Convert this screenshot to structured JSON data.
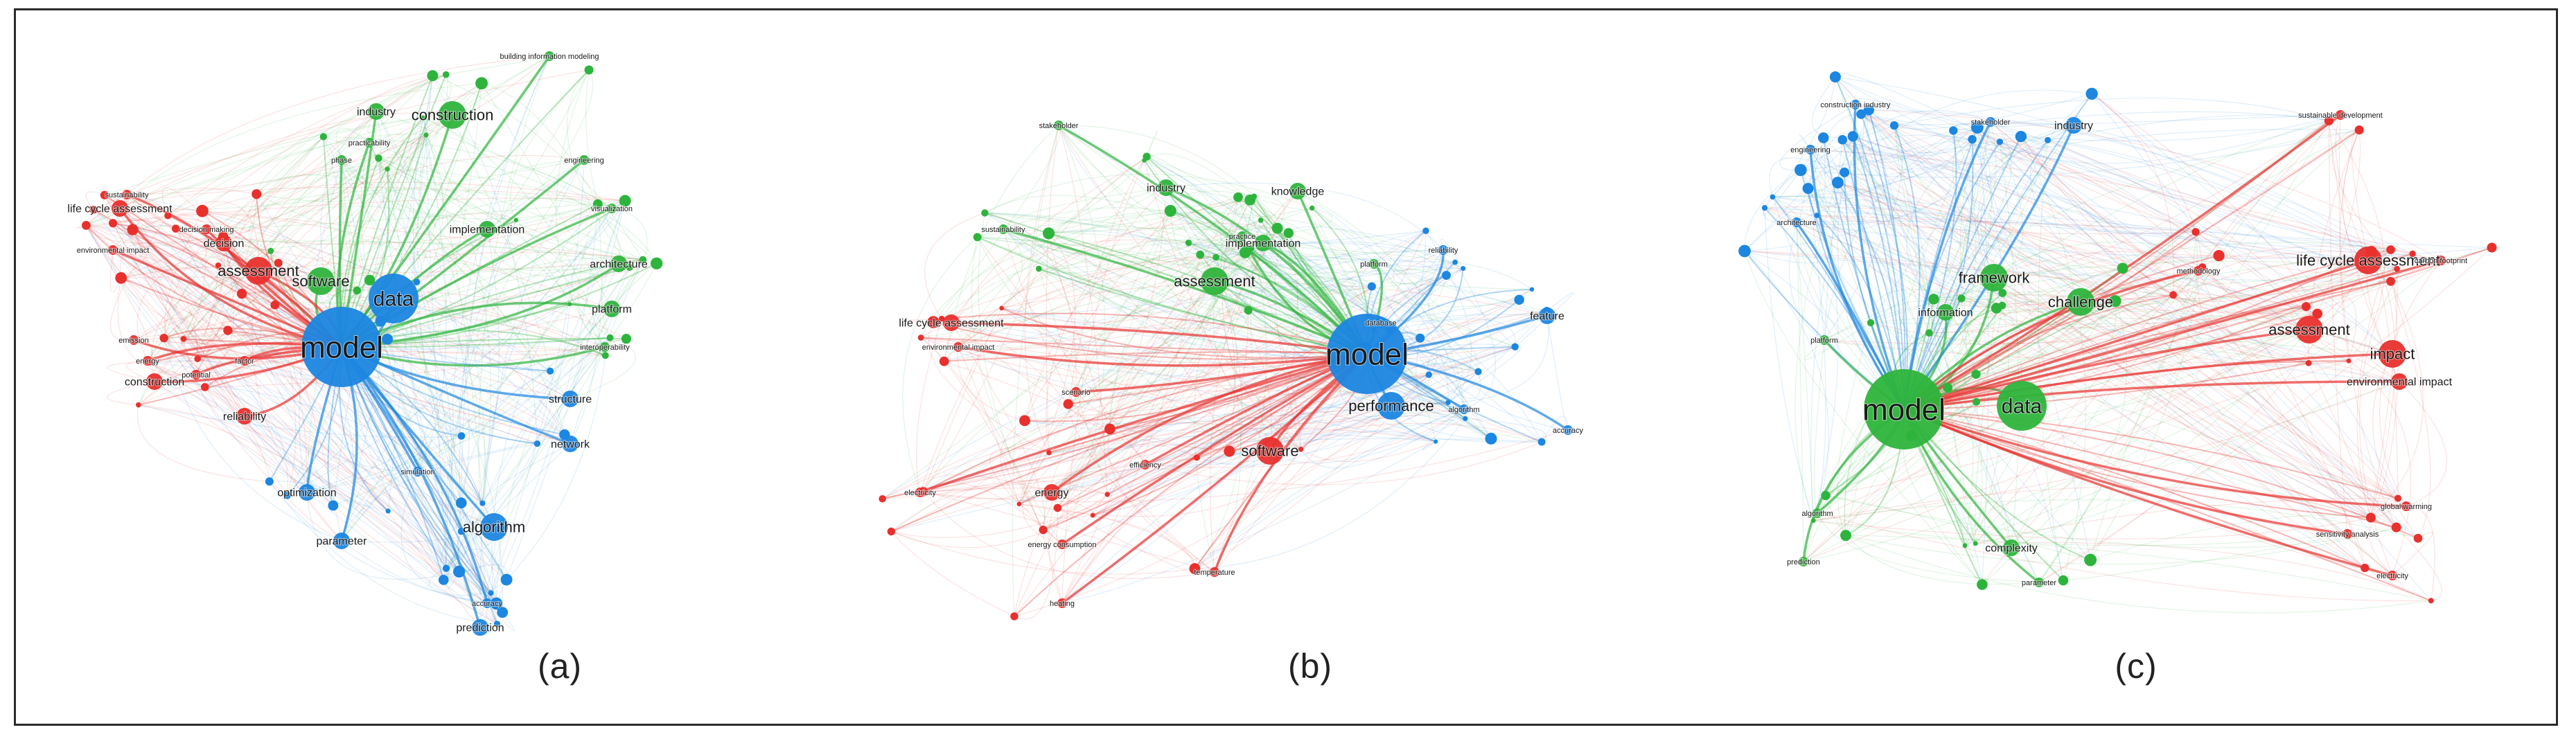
{
  "captions": [
    "(a)",
    "(b)",
    "(c)"
  ],
  "colors": {
    "red": "#e8302d",
    "green": "#2eb43c",
    "blue": "#1c86e0"
  },
  "networks": [
    {
      "id": "a",
      "hub": "model",
      "labels": [
        {
          "text": "model",
          "c": "blue",
          "size": "xl"
        },
        {
          "text": "data",
          "c": "blue",
          "size": "l"
        },
        {
          "text": "software",
          "c": "green",
          "size": "m"
        },
        {
          "text": "assessment",
          "c": "red",
          "size": "m"
        },
        {
          "text": "life cycle assessment",
          "c": "red",
          "size": "s"
        },
        {
          "text": "environmental impact",
          "c": "red",
          "size": "xs"
        },
        {
          "text": "sustainability",
          "c": "red",
          "size": "xs"
        },
        {
          "text": "decision making",
          "c": "red",
          "size": "xs"
        },
        {
          "text": "decision",
          "c": "red",
          "size": "s"
        },
        {
          "text": "construction",
          "c": "red",
          "size": "s"
        },
        {
          "text": "reliability",
          "c": "red",
          "size": "s"
        },
        {
          "text": "energy",
          "c": "red",
          "size": "xs"
        },
        {
          "text": "emission",
          "c": "red",
          "size": "xs"
        },
        {
          "text": "potential",
          "c": "red",
          "size": "xs"
        },
        {
          "text": "factor",
          "c": "red",
          "size": "xs"
        },
        {
          "text": "industry",
          "c": "green",
          "size": "s"
        },
        {
          "text": "construction",
          "c": "green",
          "size": "m"
        },
        {
          "text": "building information modeling",
          "c": "green",
          "size": "xs"
        },
        {
          "text": "practicability",
          "c": "green",
          "size": "xs"
        },
        {
          "text": "phase",
          "c": "green",
          "size": "xs"
        },
        {
          "text": "engineering",
          "c": "green",
          "size": "xs"
        },
        {
          "text": "implementation",
          "c": "green",
          "size": "s"
        },
        {
          "text": "architecture",
          "c": "green",
          "size": "s"
        },
        {
          "text": "platform",
          "c": "green",
          "size": "s"
        },
        {
          "text": "visualization",
          "c": "green",
          "size": "xs"
        },
        {
          "text": "interoperability",
          "c": "green",
          "size": "xs"
        },
        {
          "text": "structure",
          "c": "blue",
          "size": "s"
        },
        {
          "text": "network",
          "c": "blue",
          "size": "s"
        },
        {
          "text": "algorithm",
          "c": "blue",
          "size": "m"
        },
        {
          "text": "parameter",
          "c": "blue",
          "size": "s"
        },
        {
          "text": "accuracy",
          "c": "blue",
          "size": "xs"
        },
        {
          "text": "prediction",
          "c": "blue",
          "size": "s"
        },
        {
          "text": "simulation",
          "c": "blue",
          "size": "xs"
        },
        {
          "text": "optimization",
          "c": "blue",
          "size": "s"
        }
      ]
    },
    {
      "id": "b",
      "hub": "model",
      "labels": [
        {
          "text": "model",
          "c": "blue",
          "size": "xl"
        },
        {
          "text": "performance",
          "c": "blue",
          "size": "m"
        },
        {
          "text": "assessment",
          "c": "green",
          "size": "m"
        },
        {
          "text": "software",
          "c": "red",
          "size": "m"
        },
        {
          "text": "life cycle assessment",
          "c": "red",
          "size": "s"
        },
        {
          "text": "environmental impact",
          "c": "red",
          "size": "xs"
        },
        {
          "text": "energy",
          "c": "red",
          "size": "s"
        },
        {
          "text": "energy consumption",
          "c": "red",
          "size": "xs"
        },
        {
          "text": "efficiency",
          "c": "red",
          "size": "xs"
        },
        {
          "text": "temperature",
          "c": "red",
          "size": "xs"
        },
        {
          "text": "scenario",
          "c": "red",
          "size": "xs"
        },
        {
          "text": "electricity",
          "c": "red",
          "size": "xs"
        },
        {
          "text": "heating",
          "c": "red",
          "size": "xs"
        },
        {
          "text": "stakeholder",
          "c": "green",
          "size": "xs"
        },
        {
          "text": "industry",
          "c": "green",
          "size": "s"
        },
        {
          "text": "knowledge",
          "c": "green",
          "size": "s"
        },
        {
          "text": "implementation",
          "c": "green",
          "size": "s"
        },
        {
          "text": "sustainability",
          "c": "green",
          "size": "xs"
        },
        {
          "text": "platform",
          "c": "green",
          "size": "xs"
        },
        {
          "text": "practice",
          "c": "green",
          "size": "xs"
        },
        {
          "text": "feature",
          "c": "blue",
          "size": "s"
        },
        {
          "text": "reliability",
          "c": "blue",
          "size": "xs"
        },
        {
          "text": "accuracy",
          "c": "blue",
          "size": "xs"
        },
        {
          "text": "database",
          "c": "blue",
          "size": "xs"
        },
        {
          "text": "algorithm",
          "c": "blue",
          "size": "xs"
        }
      ]
    },
    {
      "id": "c",
      "hub": "model",
      "labels": [
        {
          "text": "model",
          "c": "green",
          "size": "xl"
        },
        {
          "text": "data",
          "c": "green",
          "size": "l"
        },
        {
          "text": "challenge",
          "c": "green",
          "size": "m"
        },
        {
          "text": "framework",
          "c": "green",
          "size": "m"
        },
        {
          "text": "information",
          "c": "green",
          "size": "s"
        },
        {
          "text": "complexity",
          "c": "green",
          "size": "s"
        },
        {
          "text": "parameter",
          "c": "green",
          "size": "xs"
        },
        {
          "text": "platform",
          "c": "green",
          "size": "xs"
        },
        {
          "text": "prediction",
          "c": "green",
          "size": "xs"
        },
        {
          "text": "algorithm",
          "c": "green",
          "size": "xs"
        },
        {
          "text": "construction industry",
          "c": "blue",
          "size": "xs"
        },
        {
          "text": "stakeholder",
          "c": "blue",
          "size": "xs"
        },
        {
          "text": "industry",
          "c": "blue",
          "size": "s"
        },
        {
          "text": "engineering",
          "c": "blue",
          "size": "xs"
        },
        {
          "text": "architecture",
          "c": "blue",
          "size": "xs"
        },
        {
          "text": "life cycle assessment",
          "c": "red",
          "size": "m"
        },
        {
          "text": "assessment",
          "c": "red",
          "size": "m"
        },
        {
          "text": "impact",
          "c": "red",
          "size": "m"
        },
        {
          "text": "environmental impact",
          "c": "red",
          "size": "s"
        },
        {
          "text": "sustainable development",
          "c": "red",
          "size": "xs"
        },
        {
          "text": "methodology",
          "c": "red",
          "size": "xs"
        },
        {
          "text": "carbon footprint",
          "c": "red",
          "size": "xs"
        },
        {
          "text": "electricity",
          "c": "red",
          "size": "xs"
        },
        {
          "text": "global warming",
          "c": "red",
          "size": "xs"
        },
        {
          "text": "sensitivity analysis",
          "c": "red",
          "size": "xs"
        }
      ]
    }
  ]
}
